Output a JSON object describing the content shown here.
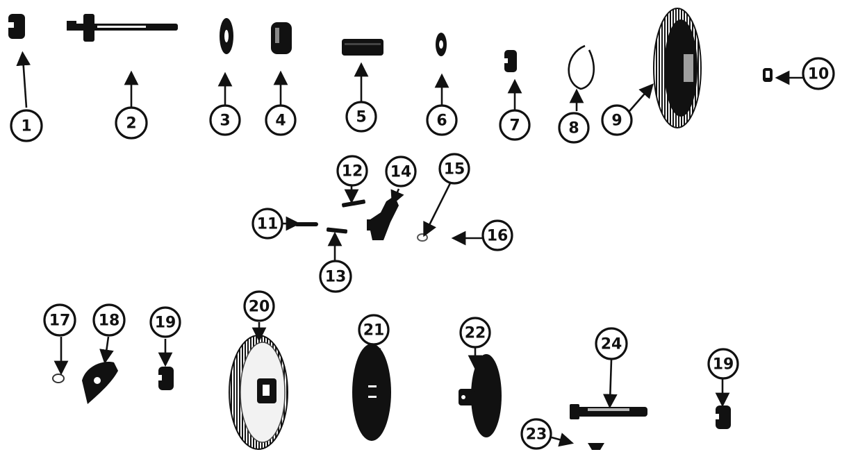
{
  "title": "",
  "callouts": [
    {
      "id": "1",
      "label": "1"
    },
    {
      "id": "2",
      "label": "2"
    },
    {
      "id": "3",
      "label": "3"
    },
    {
      "id": "4",
      "label": "4"
    },
    {
      "id": "5",
      "label": "5"
    },
    {
      "id": "6",
      "label": "6"
    },
    {
      "id": "7",
      "label": "7"
    },
    {
      "id": "8",
      "label": "8"
    },
    {
      "id": "9",
      "label": "9"
    },
    {
      "id": "10",
      "label": "10"
    },
    {
      "id": "11",
      "label": "11"
    },
    {
      "id": "12",
      "label": "12"
    },
    {
      "id": "13",
      "label": "13"
    },
    {
      "id": "14",
      "label": "14"
    },
    {
      "id": "15",
      "label": "15"
    },
    {
      "id": "16",
      "label": "16"
    },
    {
      "id": "17",
      "label": "17"
    },
    {
      "id": "18",
      "label": "18"
    },
    {
      "id": "19a",
      "label": "19"
    },
    {
      "id": "20",
      "label": "20"
    },
    {
      "id": "21",
      "label": "21"
    },
    {
      "id": "22",
      "label": "22"
    },
    {
      "id": "23",
      "label": "23"
    },
    {
      "id": "24",
      "label": "24"
    },
    {
      "id": "19b",
      "label": "19"
    }
  ]
}
